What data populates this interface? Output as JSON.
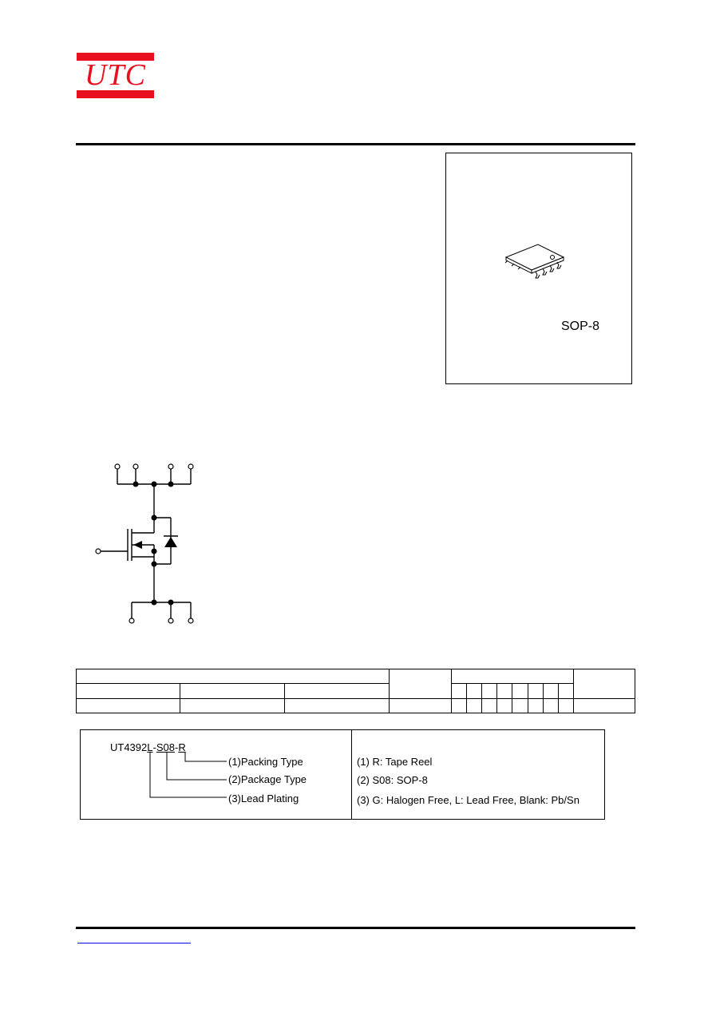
{
  "logo": {
    "text": "UTC",
    "colors": {
      "red": "#e8101e",
      "white": "#ffffff"
    }
  },
  "package": {
    "label": "SOP-8"
  },
  "part_decode": {
    "part_number": {
      "base": "UT4392",
      "lead": "L",
      "sep1": "-",
      "package": "S08",
      "sep2": "-",
      "packing": "R"
    },
    "fields": [
      "(1)Packing Type",
      "(2)Package Type",
      "(3)Lead Plating"
    ],
    "notes": [
      {
        "code": "(1)",
        "body": " R: Tape Reel"
      },
      {
        "code": "(2)",
        "body": " S08: SOP-8"
      },
      {
        "code": "(3)",
        "body": " G: Halogen Free, L: Lead Free, Blank: Pb/Sn"
      }
    ]
  }
}
